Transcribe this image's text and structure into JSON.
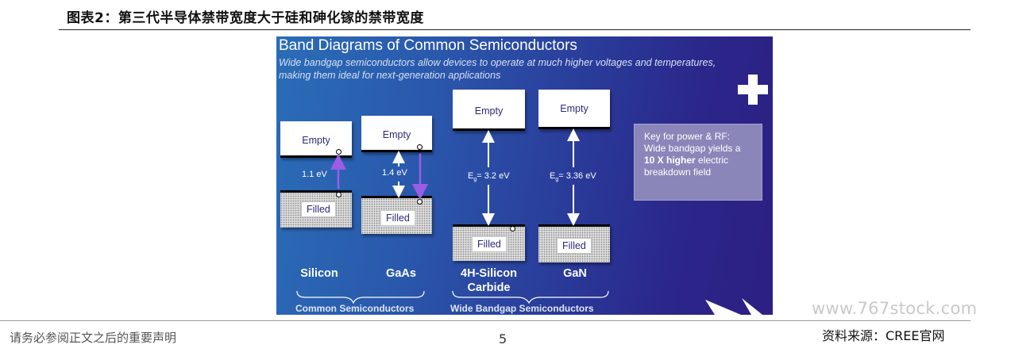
{
  "report": {
    "figure_title": "图表2：第三代半导体禁带宽度大于硅和砷化镓的禁带宽度",
    "source": "资料来源：CREE官网",
    "disclaimer": "请务必参阅正文之后的重要声明",
    "page_number": "5",
    "watermark": "www.767stock.com"
  },
  "slide": {
    "title": "Band Diagrams of Common Semiconductors",
    "subtitle": "Wide bandgap semiconductors allow devices to operate at much higher voltages and temperatures, making them ideal for next-generation applications",
    "icon": "plus-icon",
    "band_empty_label": "Empty",
    "band_filled_label": "Filled",
    "materials": [
      {
        "name": "Silicon",
        "gap_label": "1.1 eV",
        "bandgap_ev": 1.1
      },
      {
        "name": "GaAs",
        "gap_label": "1.4 eV",
        "bandgap_ev": 1.4
      },
      {
        "name": "4H-Silicon Carbide",
        "gap_prefix": "E",
        "gap_sub": "g",
        "gap_value": "= 3.2 eV",
        "bandgap_ev": 3.2
      },
      {
        "name": "GaN",
        "gap_prefix": "E",
        "gap_sub": "g",
        "gap_value": "= 3.36 eV",
        "bandgap_ev": 3.36
      }
    ],
    "groups": {
      "common": "Common Semiconductors",
      "wide": "Wide Bandgap Semiconductors"
    },
    "key": {
      "line1": "Key for power & RF:",
      "line2": "Wide bandgap yields a",
      "bold": "10 X higher",
      "line3": " electric",
      "line4": "breakdown field"
    },
    "colors": {
      "arrow_purple": "#9b5de5",
      "label_text": "#2d2a77",
      "key_box": "#8b86b9"
    }
  }
}
